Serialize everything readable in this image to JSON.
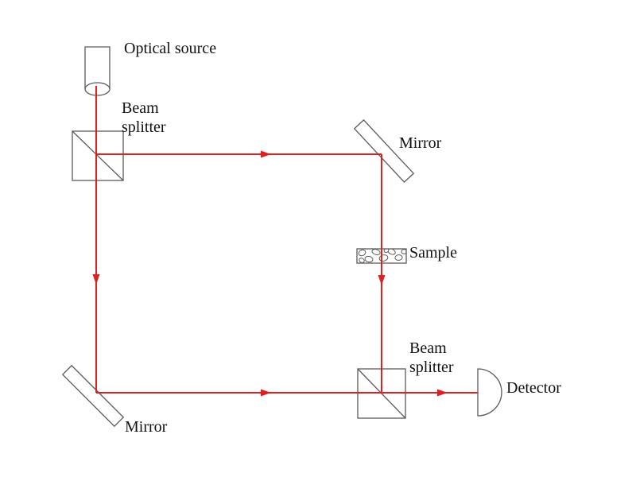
{
  "labels": {
    "optical_source": "Optical source",
    "beam_splitter_top": "Beam splitter",
    "mirror_top": "Mirror",
    "sample": "Sample",
    "beam_splitter_bottom": "Beam splitter",
    "mirror_bottom": "Mirror",
    "detector": "Detector"
  },
  "colors": {
    "beam": "#dd2020",
    "outline": "#5a5a5a",
    "text": "#111111",
    "background": "#ffffff"
  }
}
